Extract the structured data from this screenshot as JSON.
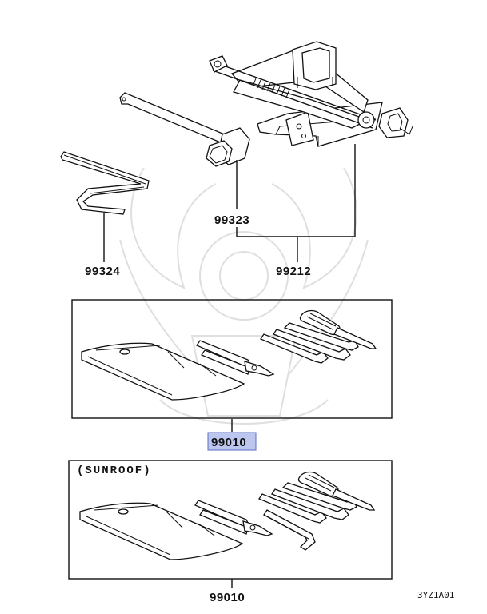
{
  "parts": {
    "jack": "99212",
    "jack_handle": "99323",
    "hex_wrench": "99324",
    "tool_set": "99010",
    "tool_set_sunroof": "99010"
  },
  "sections": {
    "sunroof_caption": "(SUNROOF)"
  },
  "diagram_code": "3YZ1A01",
  "colors": {
    "highlight_fill": "#bcc6ee",
    "highlight_border": "#5a6fc4",
    "line": "#111111"
  }
}
